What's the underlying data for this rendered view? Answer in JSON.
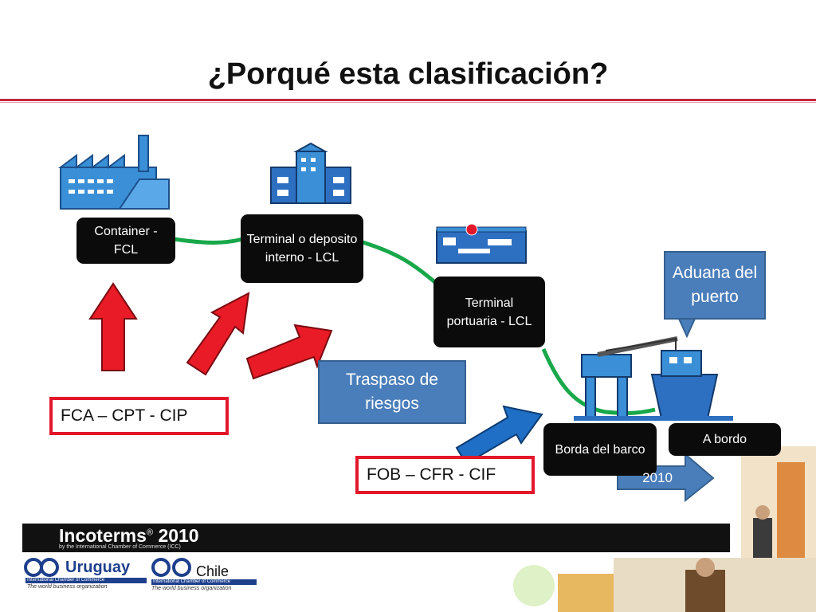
{
  "title": "¿Porqué esta clasificación?",
  "nodes": {
    "container_fcl": "Container - FCL",
    "terminal_deposito": "Terminal o deposito interno - LCL",
    "terminal_portuaria": "Terminal portuaria - LCL",
    "borda_barco": "Borda del barco",
    "a_bordo": "A bordo"
  },
  "callouts": {
    "aduana": "Aduana del puerto",
    "traspaso": "Traspaso de riesgos",
    "year_arrow": "2010"
  },
  "groups": {
    "fca": "FCA – CPT - CIP",
    "fob": "FOB – CFR - CIF"
  },
  "footer": {
    "incoterms_title": "Incoterms",
    "incoterms_reg": "®",
    "incoterms_year": "2010",
    "incoterms_sub": "by the International Chamber of Commerce (ICC)",
    "icc_uruguay_name": "Uruguay",
    "icc_uruguay_org": "International Chamber of Commerce",
    "icc_uruguay_tagline": "The world business organization",
    "icc_chile_name": "Chile",
    "icc_chile_org": "International Chamber of Commerce",
    "icc_chile_tagline": "The world business organization"
  },
  "colors": {
    "accent_red": "#e3172a",
    "title_rule": "#c0283a",
    "callout_blue": "#4a7ebb",
    "path_green": "#18a84a",
    "icon_blue": "#3a8fd6"
  }
}
